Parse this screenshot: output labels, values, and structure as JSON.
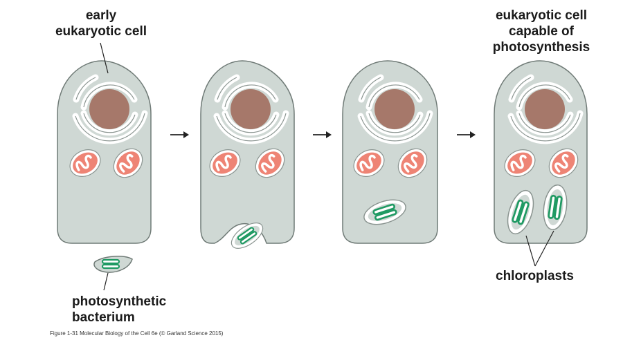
{
  "labels": {
    "early_cell_line1": "early",
    "early_cell_line2": "eukaryotic cell",
    "final_cell_line1": "eukaryotic cell",
    "final_cell_line2": "capable of",
    "final_cell_line3": "photosynthesis",
    "bacterium_line1": "photosynthetic",
    "bacterium_line2": "bacterium",
    "chloroplasts": "chloroplasts"
  },
  "caption": "Figure 1-31  Molecular Biology of the Cell 6e (© Garland Science 2015)",
  "colors": {
    "cytoplasm": "#cfd8d4",
    "outline": "#6f7a76",
    "nucleus": "#a6786a",
    "mitochondrion": "#ee8475",
    "chloroplast_membrane": "#1f9a63",
    "background": "#ffffff"
  }
}
